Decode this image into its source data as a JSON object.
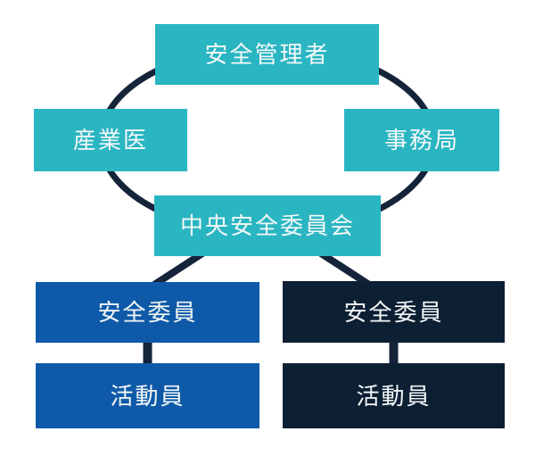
{
  "diagram": {
    "background_color": "#ffffff",
    "line_color": "#16243a",
    "text_color": "#f4f8f8",
    "ring": {
      "shape": "ellipse",
      "nodes": {
        "safety_manager": {
          "label": "安全管理者",
          "color": "#2ab5c2"
        },
        "occupational_physician": {
          "label": "産業医",
          "color": "#2ab5c2"
        },
        "secretariat": {
          "label": "事務局",
          "color": "#2ab5c2"
        },
        "central_safety_committee": {
          "label": "中央安全委員会",
          "color": "#2ab5c2"
        }
      }
    },
    "left_branch": {
      "safety_member": {
        "label": "安全委員",
        "color": "#0f5aa8"
      },
      "activity_member": {
        "label": "活動員",
        "color": "#0f5aa8"
      }
    },
    "right_branch": {
      "safety_member": {
        "label": "安全委員",
        "color": "#0d1f33"
      },
      "activity_member": {
        "label": "活動員",
        "color": "#0d1f33"
      }
    }
  }
}
